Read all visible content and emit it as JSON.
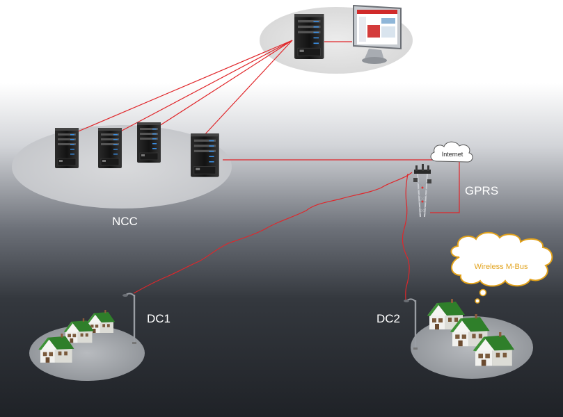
{
  "labels": {
    "ncc": "NCC",
    "gprs": "GPRS",
    "dc1": "DC1",
    "dc2": "DC2",
    "internet": "Internet",
    "wireless_mbus": "Wireless  M-Bus"
  },
  "icons": [
    "server-icon",
    "monitor-icon",
    "cloud-icon",
    "antenna-tower-icon",
    "house-icon",
    "street-lamp-icon",
    "thought-bubble-icon"
  ],
  "colors": {
    "link": "#e0262a",
    "roof": "#2f7f2a",
    "bubble_text": "#e2a21b",
    "bubble_border": "#e2a21b"
  }
}
